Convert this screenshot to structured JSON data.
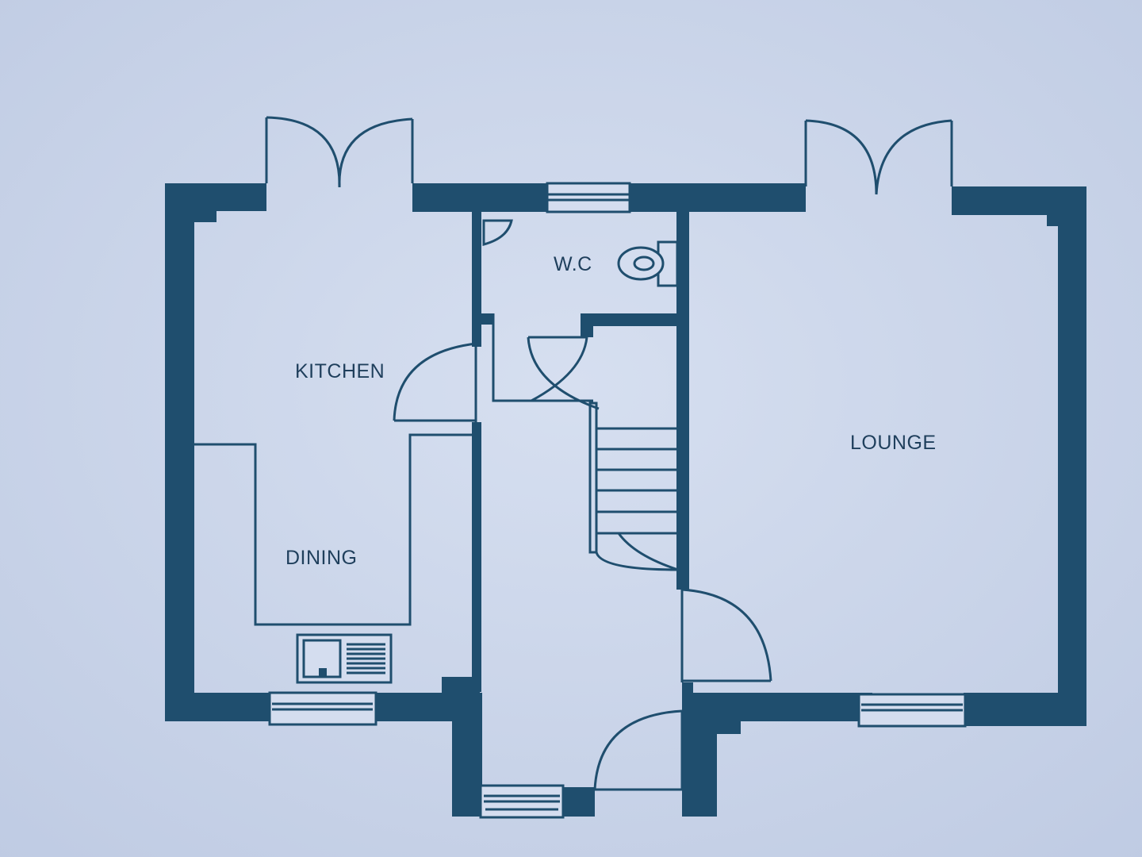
{
  "rooms": {
    "kitchen": "KITCHEN",
    "dining": "DINING",
    "wc": "W.C",
    "lounge": "LOUNGE"
  },
  "colors": {
    "wall": "#1f4e6e",
    "paper": "#c9d3e8",
    "label": "#1f3f5c"
  }
}
